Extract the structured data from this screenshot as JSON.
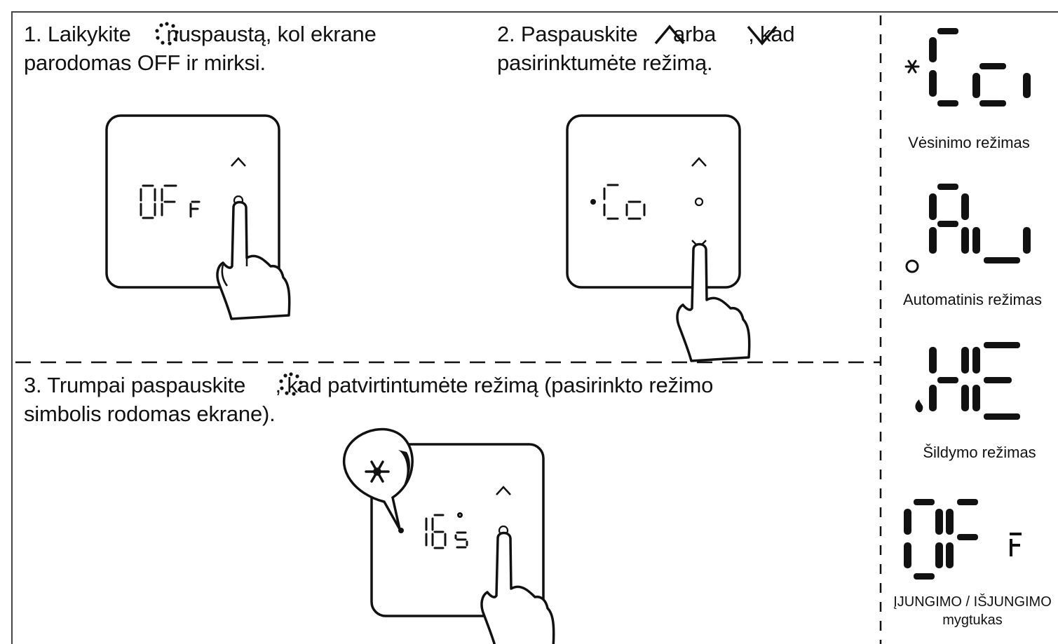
{
  "steps": [
    {
      "line1": "1. Laikykite",
      "line1b": "nuspaustą, kol ekrane",
      "line2": "parodomas OFF ir mirksi."
    },
    {
      "line1": "2. Paspauskite",
      "mid": "arba",
      "line1b": ", kad",
      "line2": "pasirinktumėte režimą."
    },
    {
      "line1": "3. Trumpai paspauskite",
      "line1b": ", kad patvirtintumėte režimą (pasirinkto režimo",
      "line2": "simbolis rodomas ekrane)."
    }
  ],
  "displays": {
    "step1": {
      "digits": "OF",
      "small": "F"
    },
    "step2": {
      "digits": "Co"
    },
    "step3": {
      "digits": "16",
      "small": "5"
    }
  },
  "modes": [
    {
      "code": "Co",
      "label": "Vėsinimo režimas",
      "icon": "snowflake-icon"
    },
    {
      "code": "Au",
      "label": "Automatinis režimas",
      "icon": "auto-icon"
    },
    {
      "code": "HE",
      "label": "Šildymo režimas",
      "icon": "flame-icon"
    },
    {
      "code": "OFF",
      "label": "ĮJUNGIMO / IŠJUNGIMO",
      "label2": "mygtukas"
    }
  ],
  "colors": {
    "ink": "#111111",
    "border": "#333333"
  }
}
